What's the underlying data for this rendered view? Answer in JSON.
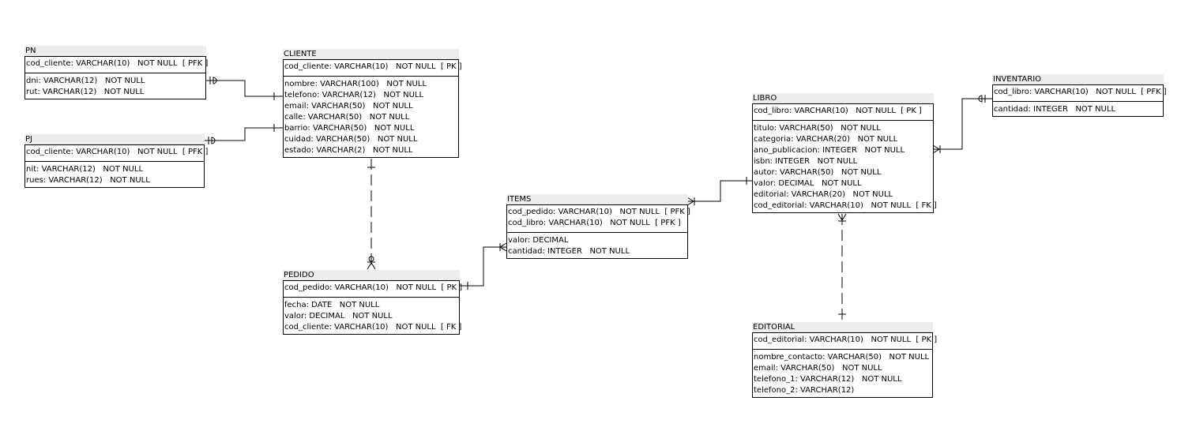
{
  "entities": {
    "pn": {
      "name": "PN",
      "pk": [
        "cod_cliente: VARCHAR(10)   NOT NULL  [ PFK ]"
      ],
      "attrs": [
        "dni: VARCHAR(12)   NOT NULL",
        "rut: VARCHAR(12)   NOT NULL"
      ]
    },
    "pj": {
      "name": "PJ",
      "pk": [
        "cod_cliente: VARCHAR(10)   NOT NULL  [ PFK ]"
      ],
      "attrs": [
        "nit: VARCHAR(12)   NOT NULL",
        "rues: VARCHAR(12)   NOT NULL"
      ]
    },
    "cliente": {
      "name": "CLIENTE",
      "pk": [
        "cod_cliente: VARCHAR(10)   NOT NULL  [ PK ]"
      ],
      "attrs": [
        "nombre: VARCHAR(100)   NOT NULL",
        "telefono: VARCHAR(12)   NOT NULL",
        "email: VARCHAR(50)   NOT NULL",
        "calle: VARCHAR(50)   NOT NULL",
        "barrio: VARCHAR(50)   NOT NULL",
        "cuidad: VARCHAR(50)   NOT NULL",
        "estado: VARCHAR(2)   NOT NULL"
      ]
    },
    "pedido": {
      "name": "PEDIDO",
      "pk": [
        "cod_pedido: VARCHAR(10)   NOT NULL  [ PK ]"
      ],
      "attrs": [
        "fecha: DATE   NOT NULL",
        "valor: DECIMAL   NOT NULL",
        "cod_cliente: VARCHAR(10)   NOT NULL  [ FK ]"
      ]
    },
    "items": {
      "name": "ITEMS",
      "pk": [
        "cod_pedido: VARCHAR(10)   NOT NULL  [ PFK ]",
        "cod_libro: VARCHAR(10)   NOT NULL  [ PFK ]"
      ],
      "attrs": [
        "valor: DECIMAL",
        "cantidad: INTEGER   NOT NULL"
      ]
    },
    "libro": {
      "name": "LIBRO",
      "pk": [
        "cod_libro: VARCHAR(10)   NOT NULL  [ PK ]"
      ],
      "attrs": [
        "titulo: VARCHAR(50)   NOT NULL",
        "categoria: VARCHAR(20)   NOT NULL",
        "ano_publicacion: INTEGER   NOT NULL",
        "isbn: INTEGER   NOT NULL",
        "autor: VARCHAR(50)   NOT NULL",
        "valor: DECIMAL   NOT NULL",
        "editorial: VARCHAR(20)   NOT NULL",
        "cod_editorial: VARCHAR(10)   NOT NULL  [ FK ]"
      ]
    },
    "inventario": {
      "name": "INVENTARIO",
      "pk": [
        "cod_libro: VARCHAR(10)   NOT NULL  [ PFK ]"
      ],
      "attrs": [
        "cantidad: INTEGER   NOT NULL"
      ]
    },
    "editorial": {
      "name": "EDITORIAL",
      "pk": [
        "cod_editorial: VARCHAR(10)   NOT NULL  [ PK ]"
      ],
      "attrs": [
        "nombre_contacto: VARCHAR(50)   NOT NULL",
        "email: VARCHAR(50)   NOT NULL",
        "telefono_1: VARCHAR(12)   NOT NULL",
        "telefono_2: VARCHAR(12)"
      ]
    }
  }
}
